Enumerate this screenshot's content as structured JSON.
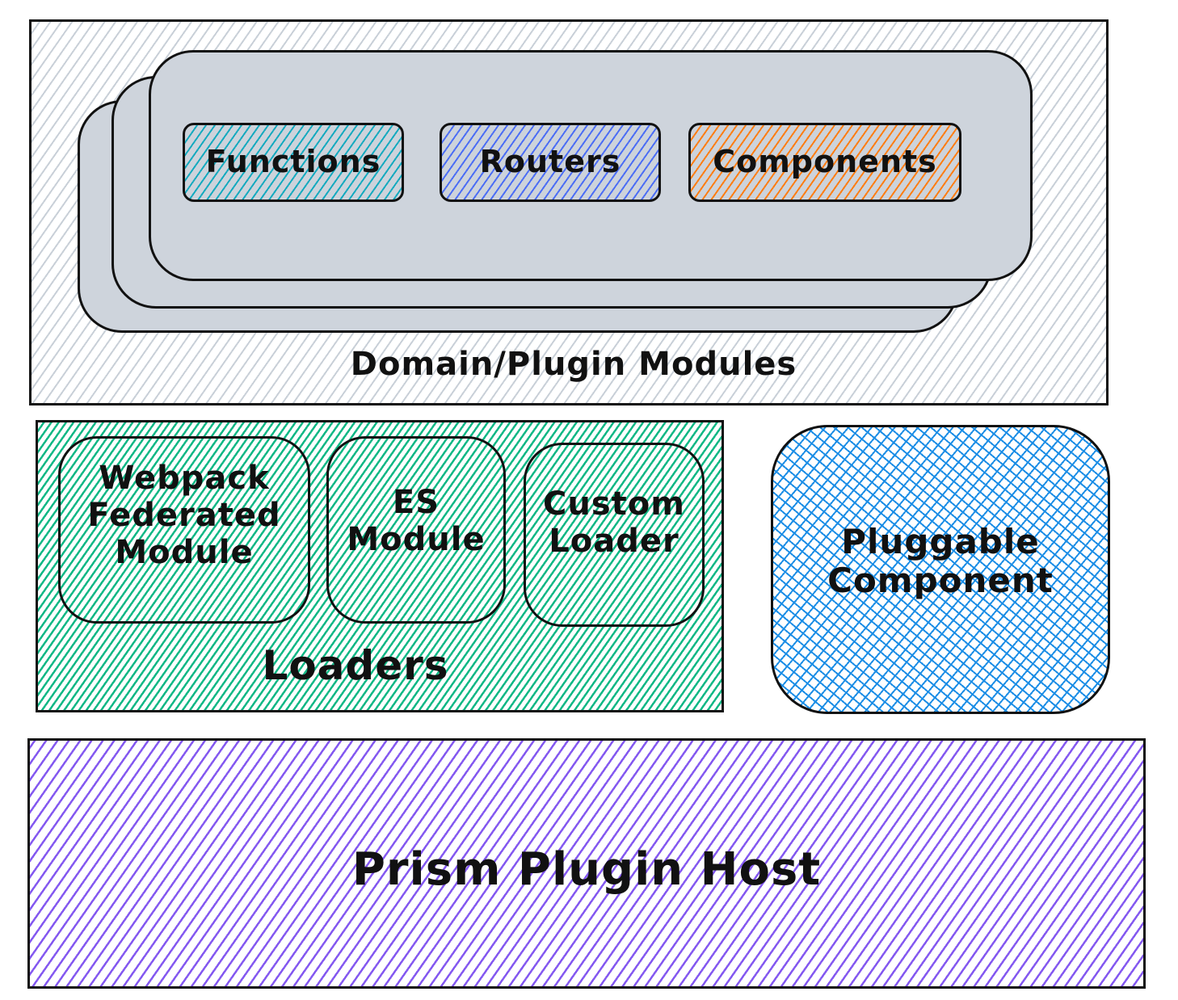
{
  "diagram": {
    "domain_modules": {
      "label": "Domain/Plugin Modules",
      "items": [
        {
          "label": "Functions",
          "color": "#15aabf"
        },
        {
          "label": "Routers",
          "color": "#4c6ef5"
        },
        {
          "label": "Components",
          "color": "#fd7e14"
        }
      ],
      "color": "#ced4da"
    },
    "loaders": {
      "label": "Loaders",
      "color": "#12b886",
      "items": [
        {
          "label": "Webpack Federated Module"
        },
        {
          "label": "ES Module"
        },
        {
          "label": "Custom Loader"
        }
      ]
    },
    "pluggable_component": {
      "label": "Pluggable Component",
      "color": "#228be6"
    },
    "host": {
      "label": "Prism Plugin Host",
      "color": "#7950f2"
    }
  }
}
